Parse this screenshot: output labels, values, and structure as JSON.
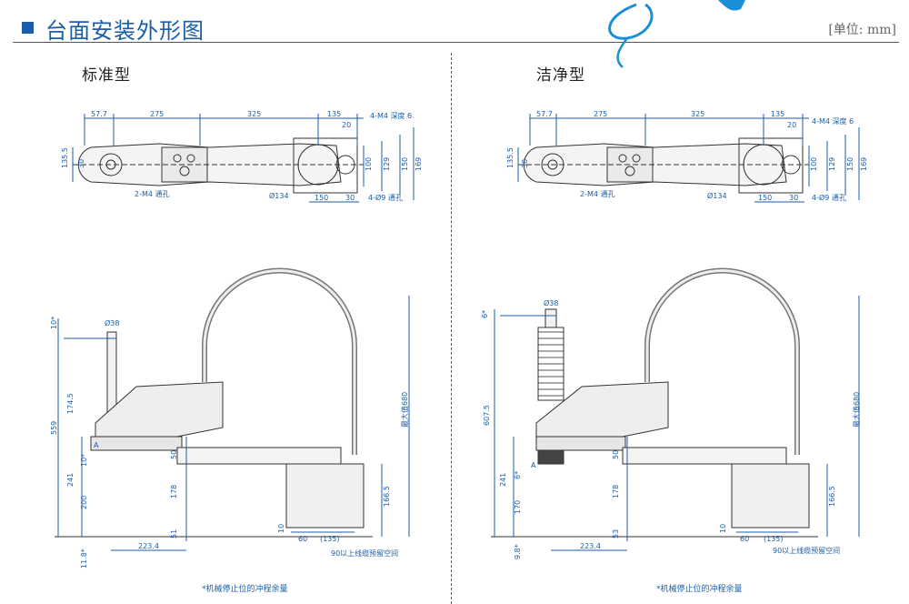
{
  "header": {
    "title": "台面安装外形图",
    "unit": "[单位: mm]"
  },
  "standard": {
    "label": "标准型",
    "top_view": {
      "dims_top": [
        "57.7",
        "275",
        "325",
        "135"
      ],
      "dim_depth": "20",
      "left_dims": [
        "135.5",
        "30"
      ],
      "right_dims": [
        "100",
        "129",
        "150",
        "169"
      ],
      "bottom_dims": [
        "Ø134",
        "150",
        "30"
      ],
      "hole_label": "2-M4 通孔",
      "tap_label": "4-M4 深度 6",
      "mount_label": "4-Ø9 通孔"
    },
    "side_view": {
      "shaft_dia": "Ø38",
      "left_dims": [
        "10*",
        "174.5",
        "559",
        "241",
        "200",
        "11.8*"
      ],
      "mid_dims": [
        "10*",
        "50",
        "178",
        "51"
      ],
      "right_dims": [
        "166.5",
        "10",
        "60",
        "(135)"
      ],
      "bottom_dim": "223.4",
      "arm_max": "最大值680",
      "section_a": "A",
      "cable_note": "90以上线缆预留空间"
    },
    "footnote": "*机械停止位的冲程余量"
  },
  "clean": {
    "label": "洁净型",
    "top_view": {
      "dims_top": [
        "57.7",
        "275",
        "325",
        "135"
      ],
      "dim_depth": "20",
      "left_dims": [
        "135.5",
        "30"
      ],
      "right_dims": [
        "100",
        "129",
        "150",
        "169"
      ],
      "bottom_dims": [
        "Ø134",
        "150",
        "30"
      ],
      "hole_label": "2-M4 通孔",
      "tap_label": "4-M4 深度 6",
      "mount_label": "4-Ø9 通孔"
    },
    "side_view": {
      "shaft_dia": "Ø38",
      "left_dims": [
        "6*",
        "607.5",
        "241",
        "170",
        "9.8*"
      ],
      "mid_dims": [
        "6*",
        "50",
        "178",
        "53"
      ],
      "right_dims": [
        "166.5",
        "10",
        "60",
        "(135)"
      ],
      "bottom_dim": "223.4",
      "arm_max": "最大值680",
      "section_a": "A",
      "cable_note": "90以上线缆预留空间"
    },
    "footnote": "*机械停止位的冲程余量"
  },
  "colors": {
    "accent": "#1a5eaa",
    "line": "#333333",
    "dim": "#1a5eaa"
  }
}
